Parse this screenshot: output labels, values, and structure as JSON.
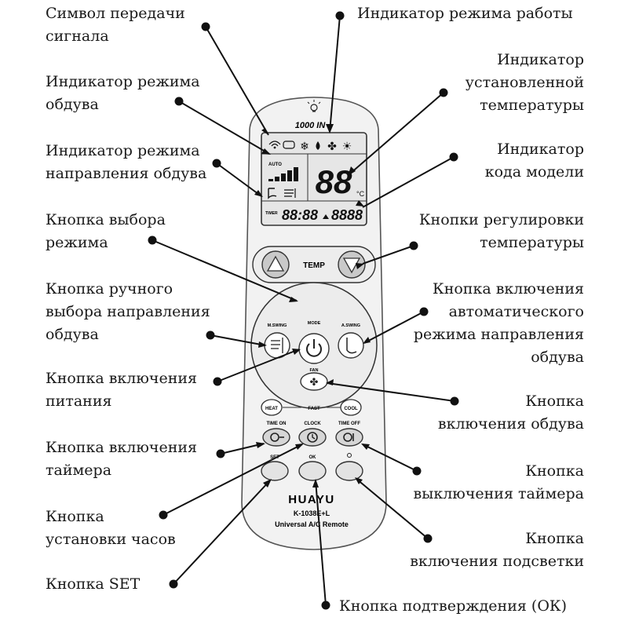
{
  "callouts": {
    "signal_symbol": "Символ передачи\nсигнала",
    "mode_indicator": "Индикатор режима работы",
    "fan_mode_indicator": "Индикатор режима\nобдува",
    "set_temp_indicator": "Индикатор\nустановленной\nтемпературы",
    "swing_indicator": "Индикатор режима\nнаправления обдува",
    "model_code_indicator": "Индикатор\nкода модели",
    "mode_button": "Кнопка выбора\nрежима",
    "temp_buttons": "Кнопки регулировки\nтемпературы",
    "manual_swing_button": "Кнопка ручного\nвыбора направления\nобдува",
    "auto_swing_button": "Кнопка включения\nавтоматического\nрежима направления\nобдува",
    "power_button": "Кнопка включения\nпитания",
    "fan_button": "Кнопка\nвключения обдува",
    "timer_on_button": "Кнопка включения\nтаймера",
    "timer_off_button": "Кнопка\nвыключения таймера",
    "clock_button": "Кнопка\nустановки часов",
    "light_button": "Кнопка\nвключения подсветки",
    "set_button": "Кнопка SET",
    "ok_button": "Кнопка подтверждения (ОК)"
  },
  "remote": {
    "model_top": "1000 IN",
    "lcd_auto": "AUTO",
    "lcd_temp_digits": "88",
    "lcd_temp_unit": "°C",
    "lcd_time_digits": "88:88",
    "lcd_code_digits": "8888",
    "lcd_timer_label": "TIMER",
    "temp_label": "TEMP",
    "mode_label": "MODE",
    "mswing_label": "M.SWING",
    "aswing_label": "A.SWING",
    "fan_label": "FAN",
    "heat_label": "HEAT",
    "fast_label": "FAST",
    "cool_label": "COOL",
    "time_on_label": "TIME ON",
    "clock_label": "CLOCK",
    "time_off_label": "TIME OFF",
    "set_label": "SET",
    "ok_label": "OK",
    "brand": "HUAYU",
    "model": "K-1038E+L",
    "tagline": "Universal A/C Remote"
  }
}
